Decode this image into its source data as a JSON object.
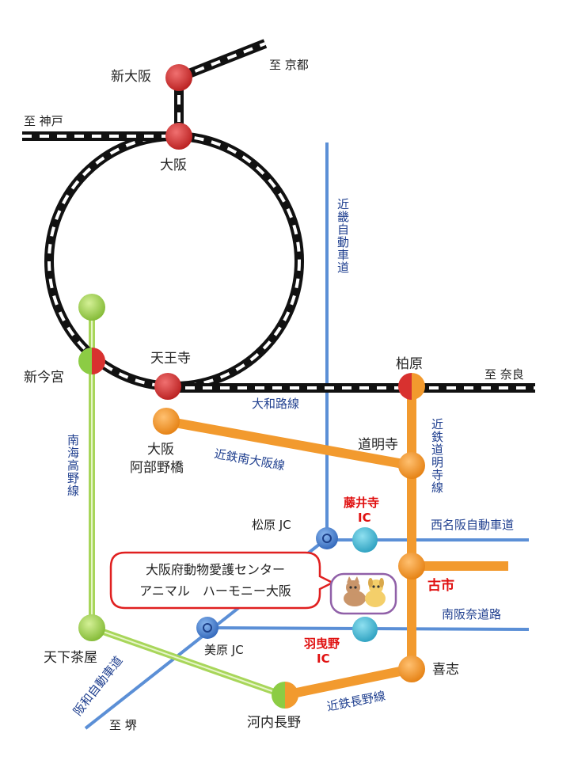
{
  "stations": {
    "shin_osaka": "新大阪",
    "osaka": "大阪",
    "tennoji": "天王寺",
    "shin_imamiya": "新今宮",
    "kashiwara": "柏原",
    "osaka_abenobashi_1": "大阪",
    "osaka_abenobashi_2": "阿部野橋",
    "domyoji": "道明寺",
    "furuichi": "古市",
    "kishi": "喜志",
    "tengachaya": "天下茶屋",
    "kawachinagano": "河内長野"
  },
  "destinations": {
    "kyoto": "至 京都",
    "kobe": "至 神戸",
    "nara": "至 奈良",
    "sakai": "至 堺"
  },
  "lines": {
    "yamatoji": "大和路線",
    "kintetsu_minami_osaka": "近鉄南大阪線",
    "kintetsu_domyoji": "近鉄道明寺線",
    "nankai_koya": "南海高野線",
    "kintetsu_nagano": "近鉄長野線",
    "kinki_expressway": "近畿自動車道",
    "hanwa_expressway": "阪和自動車道",
    "nishi_meihan": "西名阪自動車道",
    "minami_hanna": "南阪奈道路"
  },
  "junctions": {
    "matsubara_jc": "松原 JC",
    "mihara_jc": "美原 JC"
  },
  "interchanges": {
    "fujiidera_1": "藤井寺",
    "fujiidera_2": "IC",
    "habikino_1": "羽曳野",
    "habikino_2": "IC"
  },
  "callout": {
    "line1": "大阪府動物愛護センター",
    "line2": "アニマル　ハーモニー大阪"
  },
  "icons": {
    "facility": "cat-and-dog-icon"
  },
  "colors": {
    "jr_station": "#d8312f",
    "kintetsu": "#f29a2e",
    "nankai": "#a8d65a",
    "expressway": "#5b8fd6",
    "ic": "#44b8d0",
    "callout_border": "#e02020",
    "icon_border": "#9060a8",
    "text_blue": "#1f3f8f",
    "text_red": "#e01010"
  }
}
